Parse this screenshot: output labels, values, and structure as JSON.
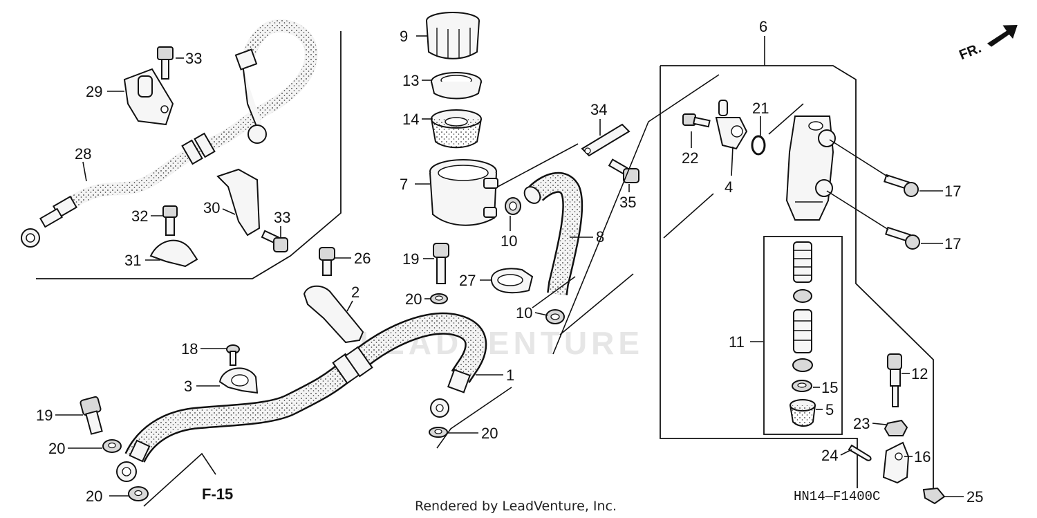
{
  "watermark": "LEADVENTURE",
  "front_indicator": "FR.",
  "section_reference": "F-15",
  "diagram_code": "HN14—F1400C",
  "credit": "Rendered by LeadVenture, Inc.",
  "callouts": {
    "c1": "1",
    "c2": "2",
    "c3": "3",
    "c4": "4",
    "c5": "5",
    "c6": "6",
    "c7": "7",
    "c8": "8",
    "c9": "9",
    "c10a": "10",
    "c10b": "10",
    "c11": "11",
    "c12": "12",
    "c13": "13",
    "c14": "14",
    "c15": "15",
    "c16": "16",
    "c17a": "17",
    "c17b": "17",
    "c18": "18",
    "c19a": "19",
    "c19b": "19",
    "c20a": "20",
    "c20b": "20",
    "c20c": "20",
    "c20d": "20",
    "c21": "21",
    "c22": "22",
    "c23": "23",
    "c24": "24",
    "c25": "25",
    "c26": "26",
    "c27": "27",
    "c28": "28",
    "c29": "29",
    "c30": "30",
    "c31": "31",
    "c32": "32",
    "c33a": "33",
    "c33b": "33",
    "c34": "34",
    "c35": "35"
  }
}
